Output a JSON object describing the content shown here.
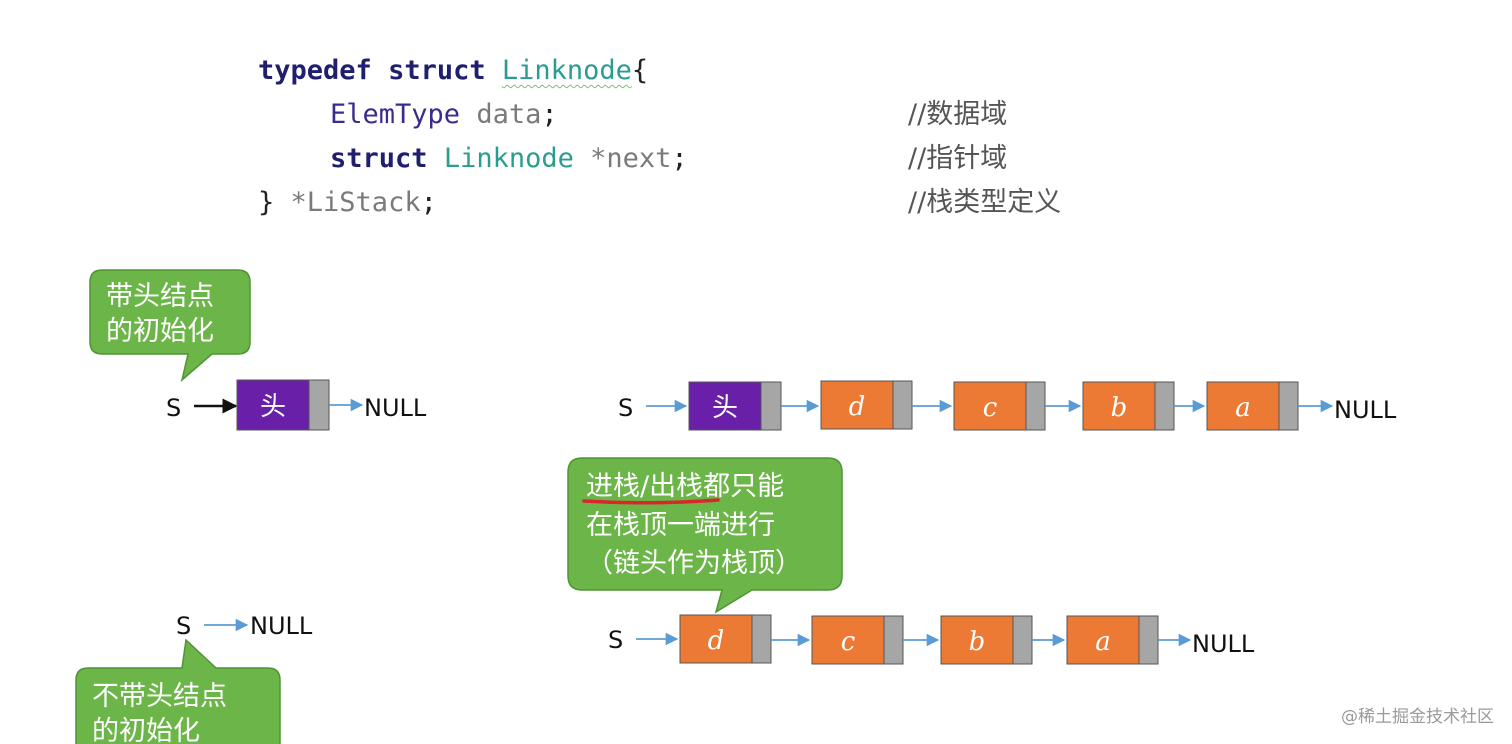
{
  "code": {
    "line1": {
      "kw1": "typedef",
      "kw2": "struct",
      "type": "Linknode",
      "brace": "{"
    },
    "line2": {
      "type": "ElemType",
      "field": "data",
      "semi": ";",
      "comment": "//数据域"
    },
    "line3": {
      "kw": "struct",
      "type": "Linknode",
      "field": "*next",
      "semi": ";",
      "comment": "//指针域"
    },
    "line4": {
      "brace": "}",
      "name": "*LiStack",
      "semi": ";",
      "comment": "//栈类型定义"
    }
  },
  "bubbles": {
    "head_init": [
      "带头结点",
      "的初始化"
    ],
    "stack_ops": [
      "进栈/出栈都只能",
      "在栈顶一端进行",
      "（链头作为栈顶）"
    ],
    "no_head_init": [
      "不带头结点",
      "的初始化"
    ]
  },
  "diagram": {
    "head_init": {
      "pointer": "S",
      "head": "头",
      "tail": "NULL"
    },
    "full_with_head": {
      "pointer": "S",
      "head": "头",
      "nodes": [
        "d",
        "c",
        "b",
        "a"
      ],
      "tail": "NULL"
    },
    "full_no_head": {
      "pointer": "S",
      "nodes": [
        "d",
        "c",
        "b",
        "a"
      ],
      "tail": "NULL"
    },
    "empty_no_head": {
      "pointer": "S",
      "tail": "NULL"
    }
  },
  "colors": {
    "head_node": "#6a1fa8",
    "data_node": "#ec7a34",
    "node_tail": "#a6a6a6",
    "bubble": "#6cb548",
    "arrow": "#5b9bd5",
    "underline": "#d9262b"
  },
  "watermark": "@稀土掘金技术社区"
}
